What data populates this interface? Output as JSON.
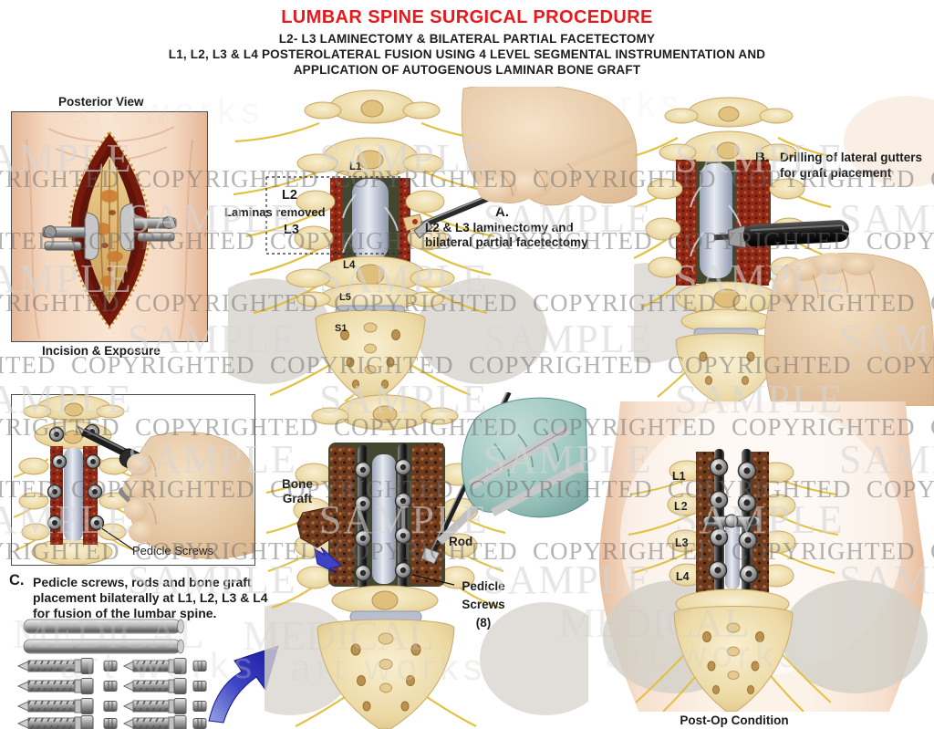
{
  "title": {
    "main": "LUMBAR SPINE SURGICAL PROCEDURE",
    "sub1": "L2- L3 LAMINECTOMY & BILATERAL PARTIAL FACETECTOMY",
    "sub2": "L1, L2, L3 & L4 POSTEROLATERAL FUSION USING 4 LEVEL SEGMENTAL INSTRUMENTATION AND",
    "sub3": "APPLICATION OF AUTOGENOUS LAMINAR BONE GRAFT"
  },
  "incision_panel": {
    "header": "Posterior View",
    "caption": "Incision & Exposure"
  },
  "laminectomy_panel": {
    "l1": "L1",
    "l2": "L2",
    "l3": "L3",
    "l4": "L4",
    "l5": "L5",
    "s1": "S1",
    "bracket_label": "Laminas removed",
    "step": "A.",
    "caption_line1": "L2 & L3 laminectomy and",
    "caption_line2": "bilateral partial facetectomy"
  },
  "drilling_panel": {
    "step": "B.",
    "caption_line1": "Drilling of lateral gutters",
    "caption_line2": "for graft placement"
  },
  "screws_panel": {
    "pointer_label": "Pedicle Screws",
    "step": "C.",
    "caption_line1": "Pedicle screws, rods and bone graft",
    "caption_line2": "placement bilaterally at L1, L2, L3 & L4",
    "caption_line3": "for fusion of the lumbar spine."
  },
  "graft_panel": {
    "bone_graft_line1": "Bone",
    "bone_graft_line2": "Graft",
    "rod_label": "Rod",
    "pedicle_line1": "Pedicle",
    "pedicle_line2": "Screws",
    "pedicle_line3": "(8)"
  },
  "postop_panel": {
    "l1": "L1",
    "l2": "L2",
    "l3": "L3",
    "l4": "L4",
    "caption": "Post-Op Condition"
  },
  "watermarks": {
    "copyrighted": "COPYRIGHTED",
    "sample": "SAMPLE",
    "brand_word": "MEDICAL",
    "brand_sub": "art works"
  },
  "colors": {
    "title_red": "#e8191d",
    "text_dark": "#1c1c1c",
    "watermark_gray": "#8a8a8a",
    "arrow_blue": "#2b2bb4",
    "glove_teal": "#9cc6c0",
    "bone": "#ecd9a8",
    "graft_brown": "#7a4426",
    "nerve_yellow": "#e3c33c",
    "metal_gray": "#9a9a9a",
    "skin": "#f2d5bd"
  }
}
